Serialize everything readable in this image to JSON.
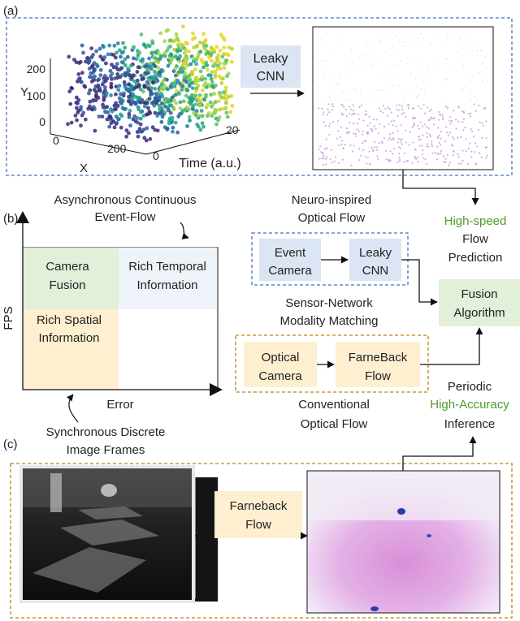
{
  "panel_labels": {
    "a": "(a)",
    "b": "(b)",
    "c": "(c)"
  },
  "panel_a": {
    "plot": {
      "y_label": "Y",
      "x_label": "X",
      "time_label": "Time (a.u.)",
      "y_ticks": [
        "200",
        "100",
        "0"
      ],
      "x_ticks": [
        "0",
        "200"
      ],
      "time_ticks": [
        "0",
        "20"
      ]
    },
    "leaky_cnn_line1": "Leaky",
    "leaky_cnn_line2": "CNN"
  },
  "panel_b": {
    "top_note_line1": "Asynchronous Continuous",
    "top_note_line2": "Event-Flow",
    "y_axis": "FPS",
    "x_axis": "Error",
    "camera_fusion_line1": "Camera",
    "camera_fusion_line2": "Fusion",
    "rich_temporal_line1": "Rich Temporal",
    "rich_temporal_line2": "Information",
    "rich_spatial_line1": "Rich Spatial",
    "rich_spatial_line2": "Information",
    "bottom_note_line1": "Synchronous Discrete",
    "bottom_note_line2": "Image Frames"
  },
  "pipeline": {
    "neuro_title_line1": "Neuro-inspired",
    "neuro_title_line2": "Optical Flow",
    "event_camera_line1": "Event",
    "event_camera_line2": "Camera",
    "leaky_cnn_line1": "Leaky",
    "leaky_cnn_line2": "CNN",
    "matching_line1": "Sensor-Network",
    "matching_line2": "Modality Matching",
    "optical_camera_line1": "Optical",
    "optical_camera_line2": "Camera",
    "farneback_line1": "FarneBack",
    "farneback_line2": "Flow",
    "conventional_line1": "Conventional",
    "conventional_line2": "Optical Flow",
    "highspeed_line1": "High-speed",
    "highspeed_line2": "Flow",
    "highspeed_line3": "Prediction",
    "fusion_line1": "Fusion",
    "fusion_line2": "Algorithm",
    "periodic_line1": "Periodic",
    "periodic_line2": "High-Accuracy",
    "periodic_line3": "Inference"
  },
  "panel_c": {
    "farneback_line1": "Farneback",
    "farneback_line2": "Flow"
  },
  "colors": {
    "blue_box": "#dbe5f3",
    "blue_dash": "#4472c4",
    "orange_box": "#fdefd0",
    "orange_dash": "#b8860b",
    "green_box": "#e2efd9",
    "green_text": "#4e9a2e",
    "light_blue_region": "#eef3fa"
  }
}
